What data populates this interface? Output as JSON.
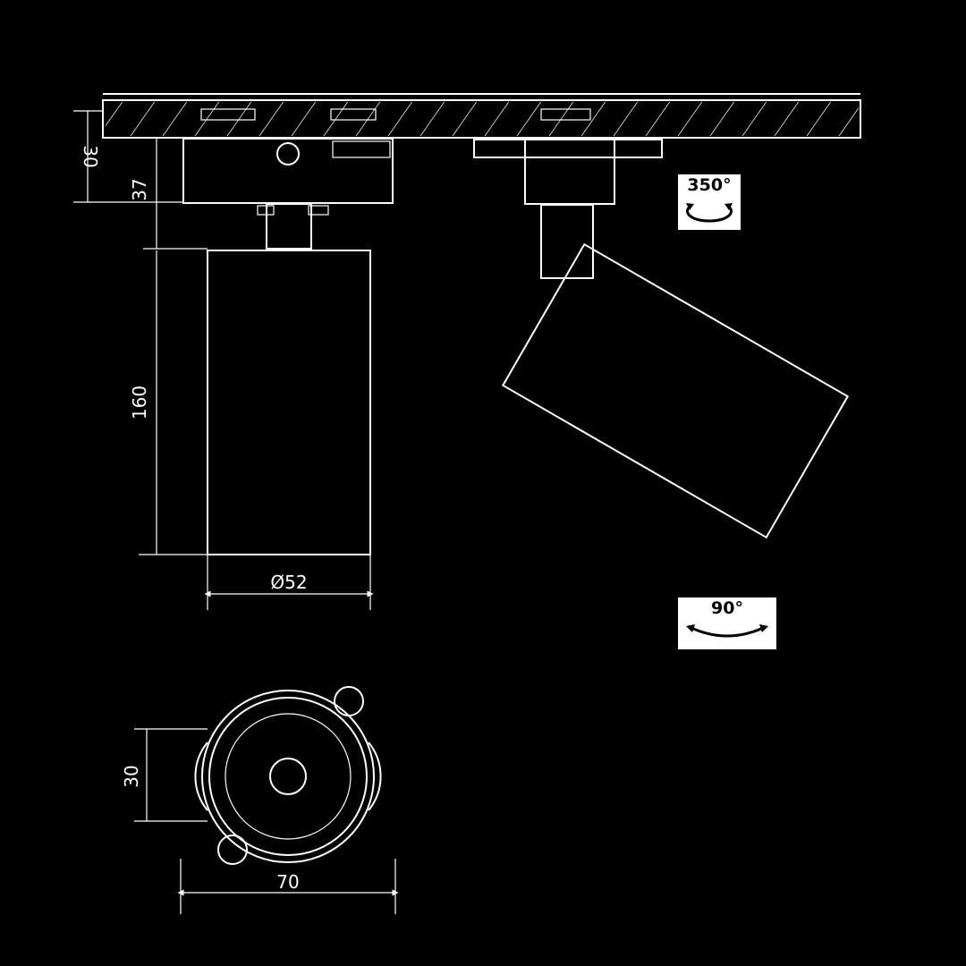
{
  "dimensions": {
    "track_height": "30",
    "adapter_height": "37",
    "body_length": "160",
    "body_diameter": "Ø52",
    "front_inner": "30",
    "front_width": "70"
  },
  "angles": {
    "rotation": "350°",
    "tilt": "90°"
  },
  "icons": {
    "rotation_arrow": "circular-arrow-icon",
    "tilt_arrow": "arc-arrow-icon"
  },
  "colors": {
    "background": "#000000",
    "line": "#ffffff",
    "badge": "#ffffff"
  }
}
